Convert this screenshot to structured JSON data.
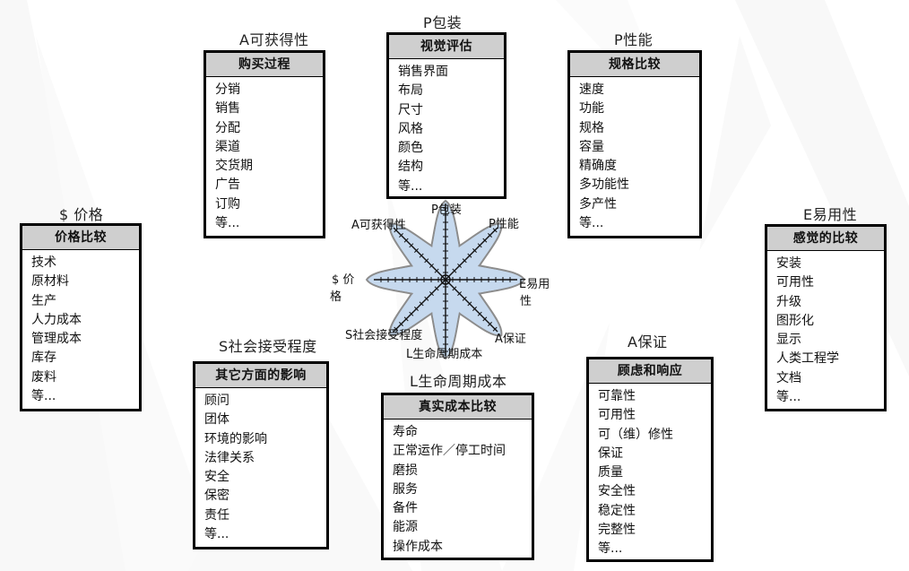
{
  "diagram": {
    "center_star": {
      "spokes": [
        {
          "key": "packaging",
          "prefix": "P",
          "label": "包装"
        },
        {
          "key": "performance",
          "prefix": "P",
          "label": "性能"
        },
        {
          "key": "ease_of_use",
          "prefix": "E",
          "label": "易用性"
        },
        {
          "key": "assurance",
          "prefix": "A",
          "label": "保证"
        },
        {
          "key": "life_cycle_cost",
          "prefix": "L",
          "label": "生命周期成本"
        },
        {
          "key": "social_acceptance",
          "prefix": "S",
          "label": "社会接受程度"
        },
        {
          "key": "price",
          "prefix": "$",
          "label": "价格"
        },
        {
          "key": "availability",
          "prefix": "A",
          "label": "可获得性"
        }
      ],
      "fill_color": "#c6d9ee",
      "outline_color": "#8a8a8a"
    },
    "categories": {
      "availability": {
        "title": "A可获得性",
        "header": "购买过程",
        "items": [
          "分销",
          "销售",
          "分配",
          "渠道",
          "交货期",
          "广告",
          "订购",
          "等..."
        ]
      },
      "packaging": {
        "title": "P包装",
        "header": "视觉评估",
        "items": [
          "销售界面",
          "布局",
          "尺寸",
          "风格",
          "颜色",
          "结构",
          "等..."
        ]
      },
      "performance": {
        "title": "P性能",
        "header": "规格比较",
        "items": [
          "速度",
          "功能",
          "规格",
          "容量",
          "精确度",
          "多功能性",
          "多产性",
          "等..."
        ]
      },
      "price": {
        "title": "$ 价格",
        "header": "价格比较",
        "items": [
          "技术",
          "原材料",
          "生产",
          "人力成本",
          "管理成本",
          "库存",
          "废料",
          "等..."
        ]
      },
      "ease_of_use": {
        "title": "E易用性",
        "header": "感觉的比较",
        "items": [
          "安装",
          "可用性",
          "升级",
          "图形化",
          "显示",
          "人类工程学",
          "文档",
          "等..."
        ]
      },
      "social_acceptance": {
        "title": "S社会接受程度",
        "header": "其它方面的影响",
        "items": [
          "顾问",
          "团体",
          "环境的影响",
          "法律关系",
          "安全",
          "保密",
          "责任",
          "等..."
        ]
      },
      "life_cycle_cost": {
        "title": "L生命周期成本",
        "header": "真实成本比较",
        "items": [
          "寿命",
          "正常运作／停工时间",
          "磨损",
          "服务",
          "备件",
          "能源",
          "操作成本"
        ]
      },
      "assurance": {
        "title": "A保证",
        "header": "顾虑和响应",
        "items": [
          "可靠性",
          "可用性",
          "可（维）修性",
          "保证",
          "质量",
          "安全性",
          "稳定性",
          "完整性",
          "等..."
        ]
      }
    },
    "star_labels": {
      "packaging": "P包装",
      "performance": "P性能",
      "ease_of_use_line1": "E易用",
      "ease_of_use_line2": "性",
      "assurance": "A保证",
      "life_cycle_cost": "L生命周期成本",
      "social_acceptance": "S社会接受程度",
      "price_line1": "$ 价",
      "price_line2": "格",
      "availability": "A可获得性"
    }
  }
}
